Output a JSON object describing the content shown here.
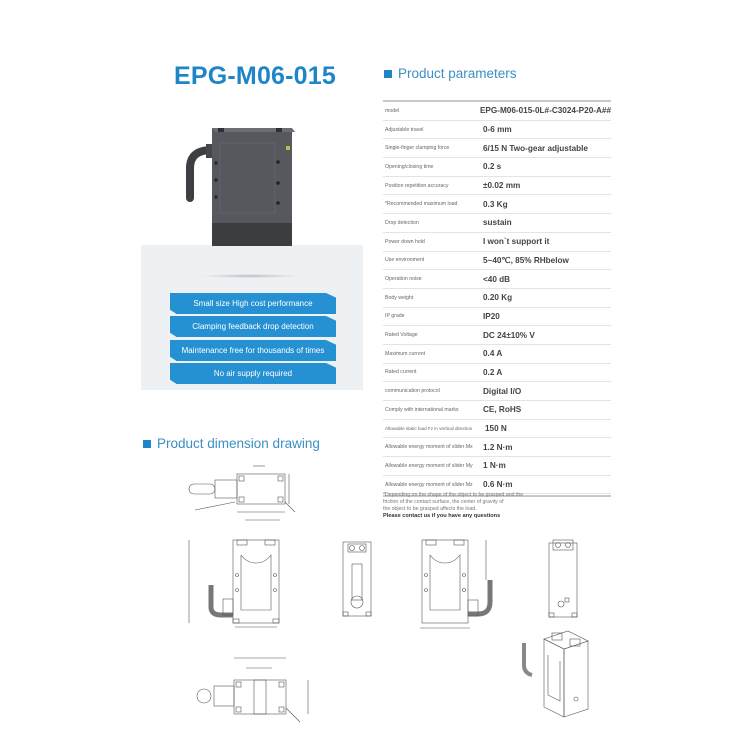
{
  "title": "EPG-M06-015",
  "params_section": {
    "heading": "Product parameters"
  },
  "dimension_section": {
    "heading": "Product dimension drawing"
  },
  "features": [
    "Small size High cost performance",
    "Clamping feedback drop detection",
    "Maintenance free for thousands of times",
    "No air supply required"
  ],
  "parameters": [
    {
      "label": "model",
      "value": "EPG-M06-015-0L#-C3024-P20-A##"
    },
    {
      "label": "Adjustable travel",
      "value": "0-6 mm"
    },
    {
      "label": "Single-finger clamping force",
      "value": "6/15 N Two-gear adjustable"
    },
    {
      "label": "Opening/closing time",
      "value": "0.2 s"
    },
    {
      "label": "Position repetition accuracy",
      "value": "±0.02 mm"
    },
    {
      "label": "*Recommended maximum load",
      "value": "0.3 Kg"
    },
    {
      "label": "Drop detection",
      "value": "sustain"
    },
    {
      "label": "Power down hold",
      "value": "I won`t support it"
    },
    {
      "label": "Use environment",
      "value": "5~40℃, 85% RHbelow"
    },
    {
      "label": "Operation noise",
      "value": "<40 dB"
    },
    {
      "label": "Body weight",
      "value": "0.20 Kg"
    },
    {
      "label": "IP grade",
      "value": "IP20"
    },
    {
      "label": "Rated Voltage",
      "value": "DC 24±10% V"
    },
    {
      "label": "Maximum current",
      "value": "0.4 A"
    },
    {
      "label": "Rated current",
      "value": "0.2 A"
    },
    {
      "label": "communication protocol",
      "value": "Digital I/O"
    },
    {
      "label": "Comply with international marks",
      "value": "CE, RoHS"
    },
    {
      "label": "Allowable static load Fz in vertical direction",
      "value": "150 N"
    },
    {
      "label": "Allowable energy moment of slider Mx",
      "value": "1.2 N·m"
    },
    {
      "label": "Allowable energy moment of slider My",
      "value": "1 N·m"
    },
    {
      "label": "Allowable energy moment of slider Mz",
      "value": "0.6 N·m"
    }
  ],
  "note": {
    "line1": "*Depending on the shape of the object to be grasped and the",
    "line2": "friction of the contact surface, the center of gravity of",
    "line3": "the object to be grasped affects the load.",
    "contact": "Please contact us if you have any questions"
  },
  "colors": {
    "brand_blue": "#1e86c6",
    "feature_blue": "#2591d2"
  }
}
